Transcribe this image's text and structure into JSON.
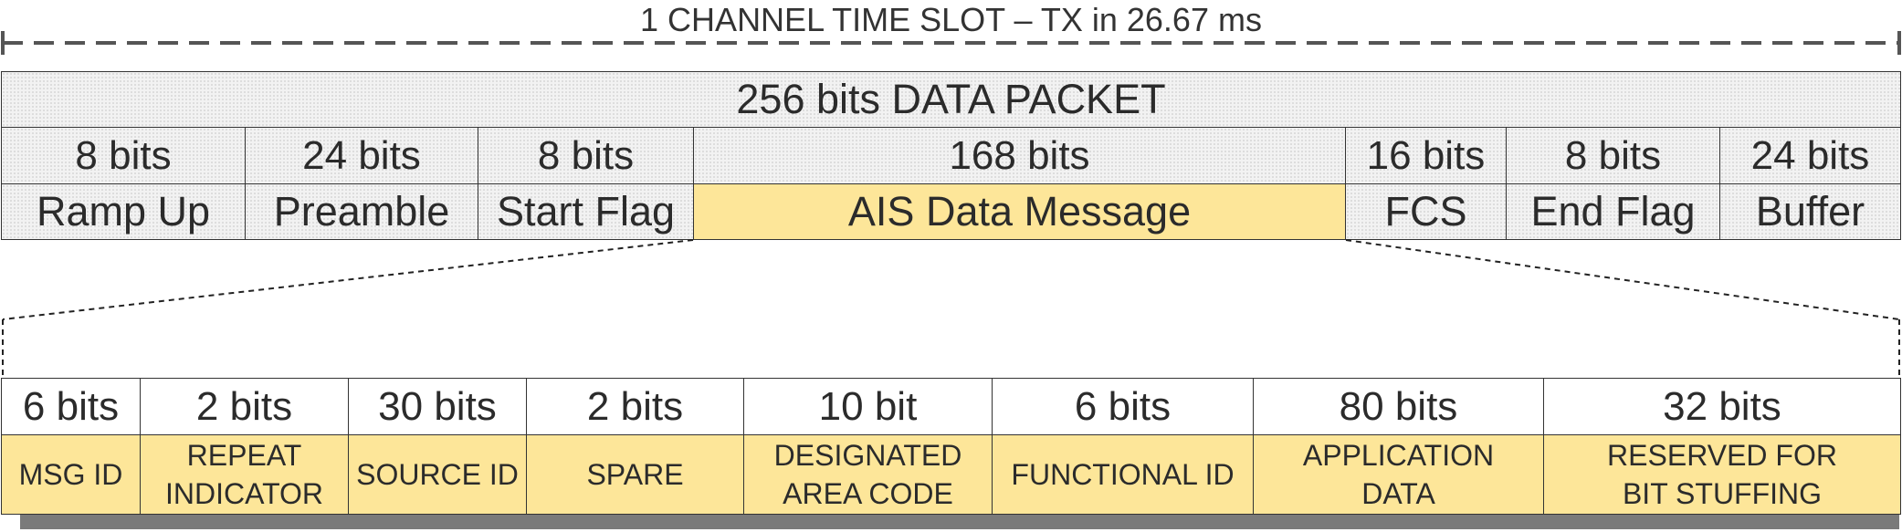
{
  "title": "1 CHANNEL TIME SLOT – TX in 26.67 ms",
  "packet": {
    "label": "256 bits DATA PACKET",
    "fields": [
      {
        "bits": "8 bits",
        "name": "Ramp Up",
        "highlight": false
      },
      {
        "bits": "24 bits",
        "name": "Preamble",
        "highlight": false
      },
      {
        "bits": "8 bits",
        "name": "Start Flag",
        "highlight": false
      },
      {
        "bits": "168 bits",
        "name": "AIS Data Message",
        "highlight": true
      },
      {
        "bits": "16 bits",
        "name": "FCS",
        "highlight": false
      },
      {
        "bits": "8 bits",
        "name": "End Flag",
        "highlight": false
      },
      {
        "bits": "24 bits",
        "name": "Buffer",
        "highlight": false
      }
    ]
  },
  "message": {
    "fields": [
      {
        "bits": "6 bits",
        "name": "MSG ID"
      },
      {
        "bits": "2 bits",
        "name": "REPEAT INDICATOR"
      },
      {
        "bits": "30 bits",
        "name": "SOURCE ID"
      },
      {
        "bits": "2 bits",
        "name": "SPARE"
      },
      {
        "bits": "10 bit",
        "name": "DESIGNATED AREA CODE"
      },
      {
        "bits": "6 bits",
        "name": "FUNCTIONAL ID"
      },
      {
        "bits": "80 bits",
        "name": "APPLICATION DATA"
      },
      {
        "bits": "32 bits",
        "name": "RESERVED FOR BIT STUFFING"
      }
    ]
  },
  "colors": {
    "highlight": "#fde699",
    "outline": "#333333",
    "shadow": "#7a7a7a"
  }
}
